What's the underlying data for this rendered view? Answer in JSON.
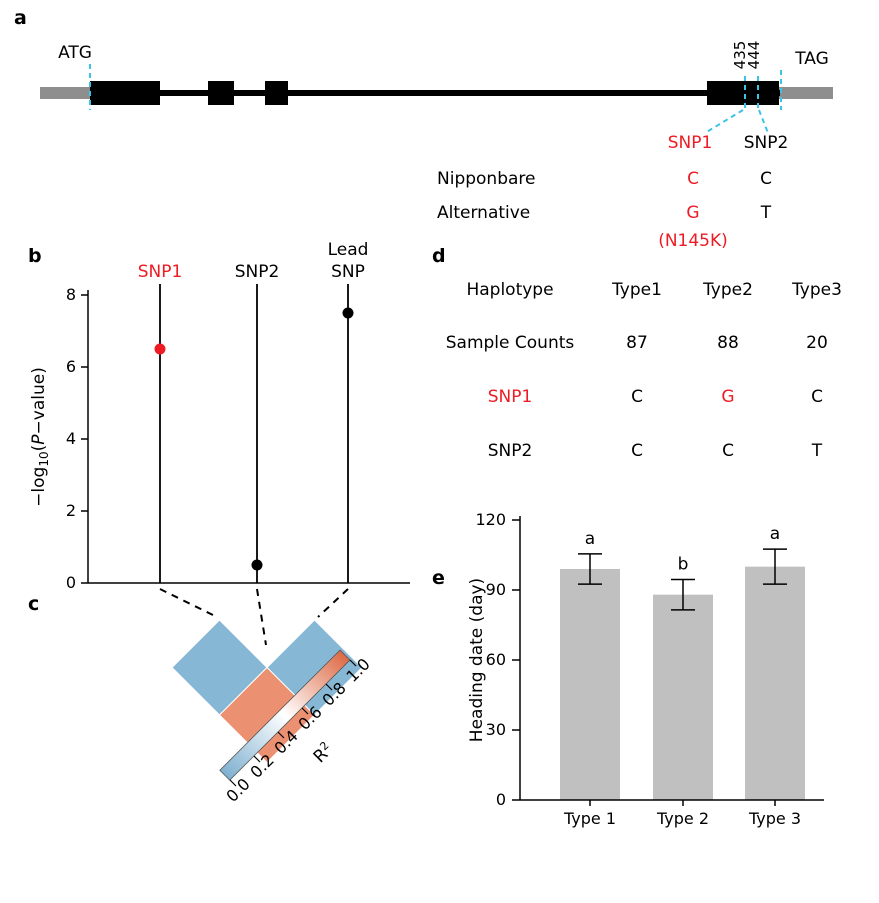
{
  "figure": {
    "panel_labels": {
      "a": "a",
      "b": "b",
      "c": "c",
      "d": "d",
      "e": "e"
    }
  },
  "colors": {
    "accent_red": "#ed1c24",
    "cyan": "#3cc3e6",
    "bar_gray": "#c0c0c0",
    "gene_gray": "#8e8e8e",
    "ld_low_blue": "#86b7d4",
    "ld_high_orange": "#eb9070",
    "ld_scale_high": "#dd6a45",
    "ld_scale_low": "#7fb0d0"
  },
  "panel_a": {
    "start_codon": "ATG",
    "stop_codon": "TAG",
    "pos1": "435",
    "pos2": "444",
    "snp1_label": "SNP1",
    "snp2_label": "SNP2",
    "rows": [
      {
        "name": "Nipponbare",
        "snp1": "C",
        "snp2": "C"
      },
      {
        "name": "Alternative",
        "snp1": "G",
        "snp2": "T"
      }
    ],
    "aa_change": "(N145K)"
  },
  "panel_b": {
    "ylabel_parts": {
      "p1": "−log",
      "sub": "10",
      "p2": "(",
      "italic": "P",
      "p3": "−value)"
    },
    "yticks_top_to_bottom": [
      "8",
      "6",
      "4",
      "2",
      "0"
    ],
    "lead_line1": "Lead",
    "lead_line2": "SNP",
    "snps": [
      {
        "name": "SNP1",
        "value": 6.5,
        "color": "#ed1c24"
      },
      {
        "name": "SNP2",
        "value": 0.5,
        "color": "#000000"
      },
      {
        "name": "Lead SNP",
        "value": 7.5,
        "color": "#000000"
      }
    ]
  },
  "panel_c": {
    "legend_ticks": [
      "1.0",
      "0.8",
      "0.6",
      "0.4",
      "0.2",
      "0.0"
    ],
    "legend_title_base": "R",
    "legend_title_sup": "2",
    "cells": [
      {
        "pair": "SNP1-SNP2",
        "r2": 0.15,
        "color": "#86b7d4"
      },
      {
        "pair": "SNP2-LeadSNP",
        "r2": 0.15,
        "color": "#86b7d4"
      },
      {
        "pair": "SNP1-LeadSNP",
        "r2": 0.8,
        "color": "#eb9070"
      }
    ]
  },
  "panel_d": {
    "rows": [
      {
        "cells": [
          "Haplotype",
          "Type1",
          "Type2",
          "Type3"
        ]
      },
      {
        "cells": [
          "Sample Counts",
          "87",
          "88",
          "20"
        ]
      },
      {
        "cells": [
          "SNP1",
          "C",
          "G",
          "C"
        ]
      },
      {
        "cells": [
          "SNP2",
          "C",
          "C",
          "T"
        ]
      }
    ]
  },
  "panel_e": {
    "ylabel": "Heading date (day)",
    "yticks_bottom_to_top": [
      "0",
      "30",
      "60",
      "90",
      "120"
    ],
    "categories": [
      "Type 1",
      "Type 2",
      "Type 3"
    ],
    "values": [
      99,
      88,
      100
    ],
    "errors": [
      6.5,
      6.5,
      7.5
    ],
    "letters": [
      "a",
      "b",
      "a"
    ]
  },
  "chart_data": [
    {
      "type": "scatter",
      "title": "SNP association",
      "x": [
        "SNP1",
        "SNP2",
        "Lead SNP"
      ],
      "values": [
        6.5,
        0.5,
        7.5
      ],
      "ylabel": "-log10(P-value)",
      "ylim": [
        0,
        8
      ],
      "point_colors": [
        "#ed1c24",
        "#000000",
        "#000000"
      ]
    },
    {
      "type": "heatmap",
      "title": "Pairwise LD (R2)",
      "pairs": [
        [
          "SNP1",
          "SNP2"
        ],
        [
          "SNP2",
          "Lead SNP"
        ],
        [
          "SNP1",
          "Lead SNP"
        ]
      ],
      "r2": [
        0.15,
        0.15,
        0.8
      ],
      "legend": "R2",
      "scale": [
        0.0,
        1.0
      ]
    },
    {
      "type": "bar",
      "categories": [
        "Type 1",
        "Type 2",
        "Type 3"
      ],
      "values": [
        99,
        88,
        100
      ],
      "errors": [
        6.5,
        6.5,
        7.5
      ],
      "letters": [
        "a",
        "b",
        "a"
      ],
      "ylabel": "Heading date (day)",
      "ylim": [
        0,
        120
      ]
    }
  ]
}
